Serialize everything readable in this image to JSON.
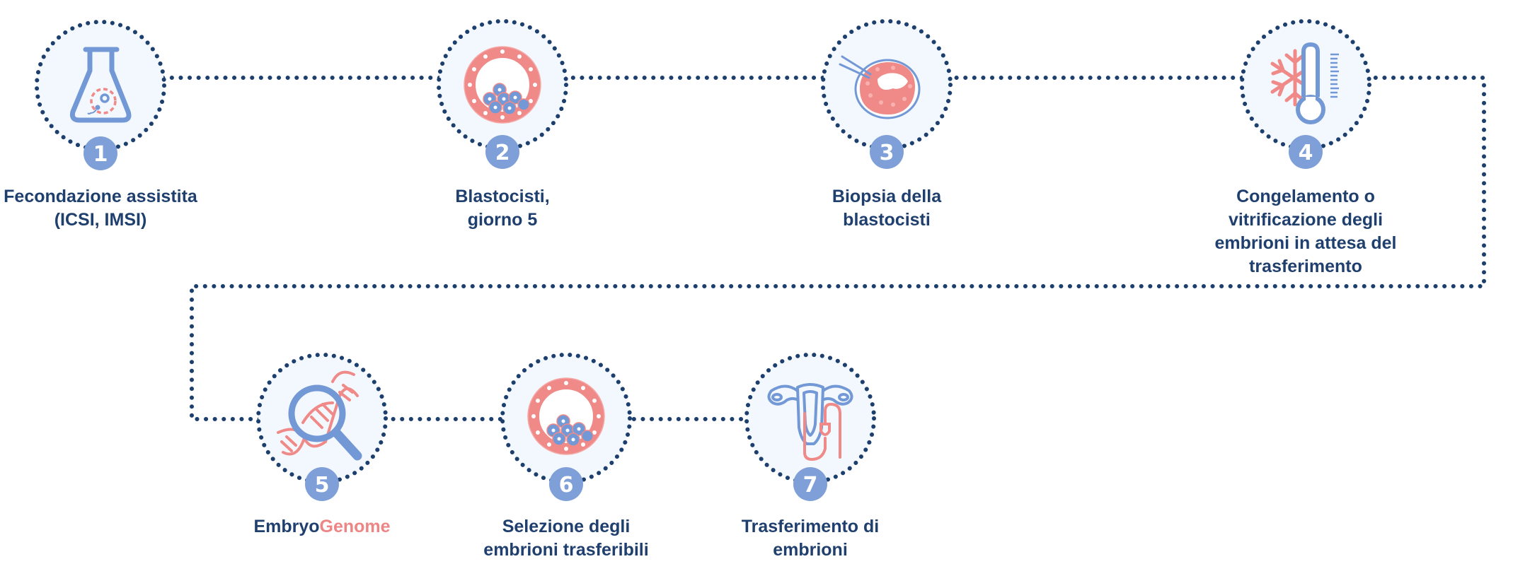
{
  "colors": {
    "connector": "#1d3f6e",
    "circle_fill": "#f3f8fe",
    "badge": "#7e9fd8",
    "icon_blue": "#7398d6",
    "icon_pink": "#ef8a88",
    "label": "#1f3f6e",
    "label_accent": "#ee8585"
  },
  "steps": [
    {
      "number": "1",
      "icon": "flask-fertilization-icon",
      "label_lines": [
        "Fecondazione assistita",
        "(ICSI, IMSI)"
      ]
    },
    {
      "number": "2",
      "icon": "blastocyst-icon",
      "label_lines": [
        "Blastocisti,",
        "giorno 5"
      ]
    },
    {
      "number": "3",
      "icon": "blastocyst-biopsy-icon",
      "label_lines": [
        "Biopsia della",
        "blastocisti"
      ]
    },
    {
      "number": "4",
      "icon": "snowflake-thermometer-icon",
      "label_lines": [
        "Congelamento o",
        "vitrificazione degli",
        "embrioni in attesa del",
        "trasferimento"
      ]
    },
    {
      "number": "5",
      "icon": "dna-magnifier-icon",
      "label_parts": {
        "primary": "Embryo",
        "accent": "Genome"
      }
    },
    {
      "number": "6",
      "icon": "blastocyst-icon",
      "label_lines": [
        "Selezione degli",
        "embrioni trasferibili"
      ]
    },
    {
      "number": "7",
      "icon": "uterus-catheter-icon",
      "label_lines": [
        "Trasferimento di",
        "embrioni"
      ]
    }
  ]
}
